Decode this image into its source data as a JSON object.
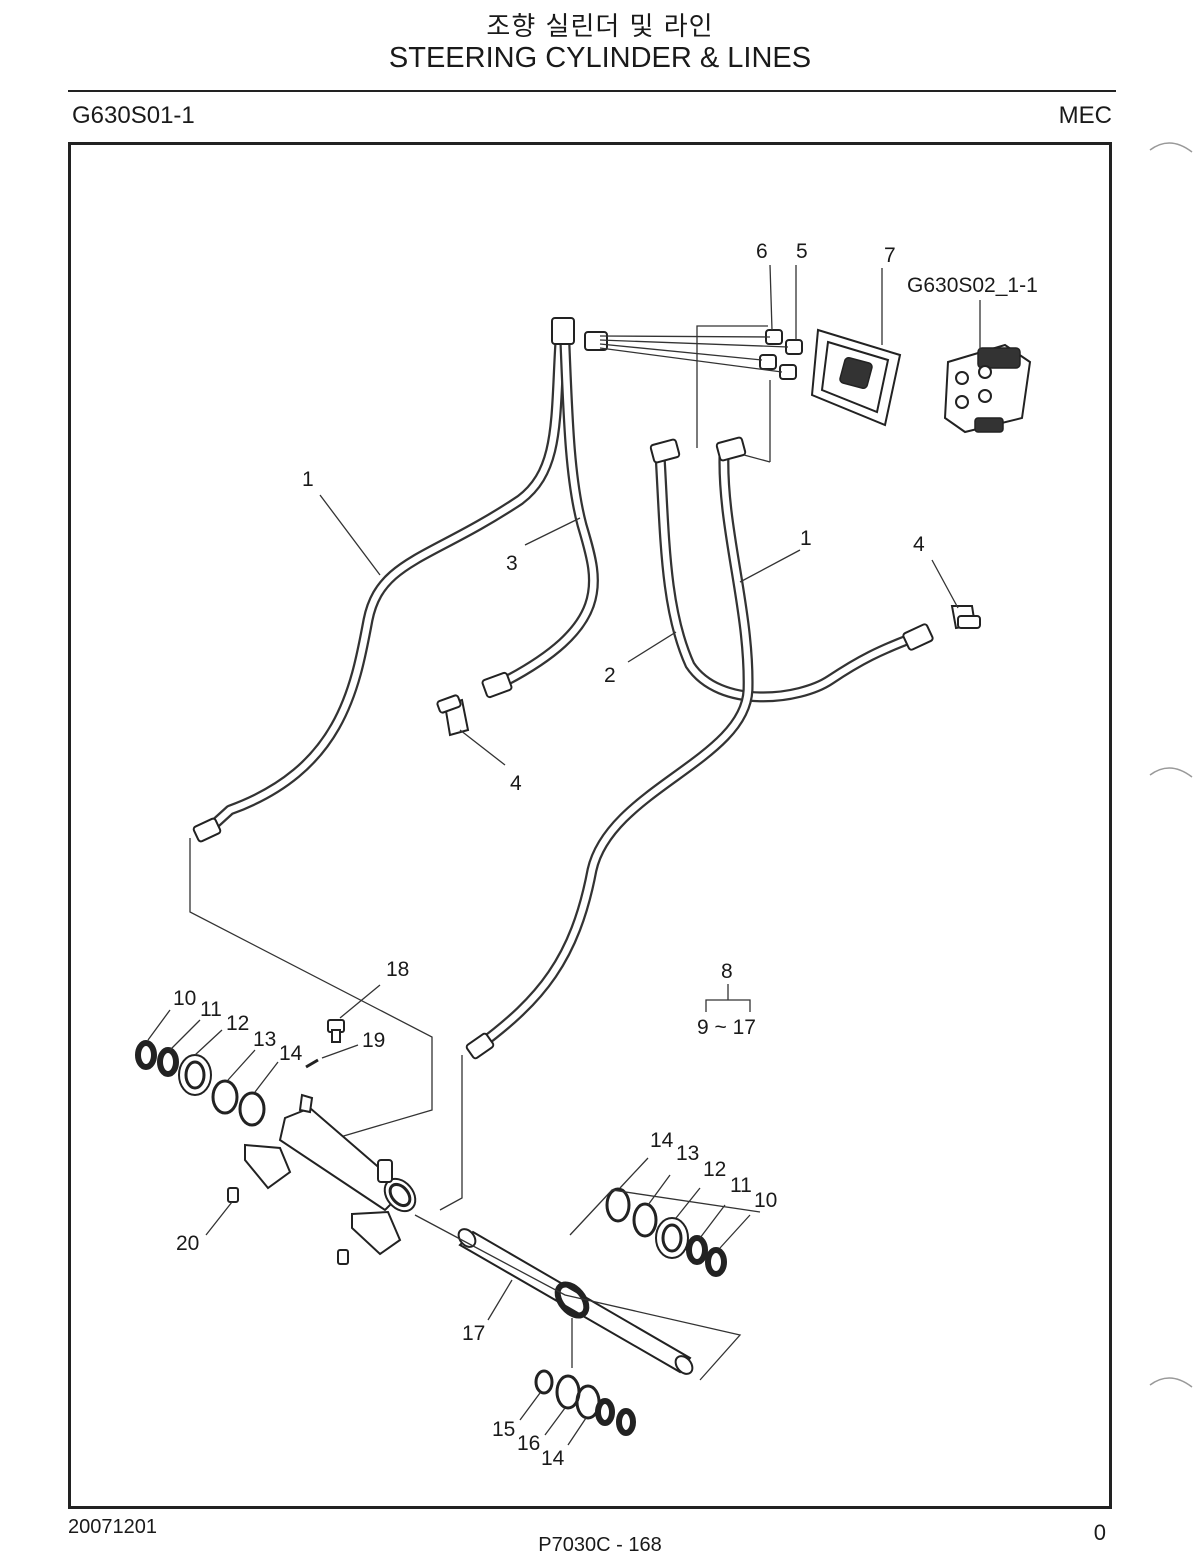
{
  "header": {
    "title_korean": "조향 실린더 및 라인",
    "title_english": "STEERING CYLINDER & LINES",
    "group_code": "G630S01-1",
    "model_code": "MEC"
  },
  "diagram": {
    "callouts": [
      {
        "id": "c6",
        "text": "6"
      },
      {
        "id": "c5",
        "text": "5"
      },
      {
        "id": "c7",
        "text": "7"
      },
      {
        "id": "ref",
        "text": "G630S02_1-1"
      },
      {
        "id": "c1a",
        "text": "1"
      },
      {
        "id": "c3",
        "text": "3"
      },
      {
        "id": "c1b",
        "text": "1"
      },
      {
        "id": "c4a",
        "text": "4"
      },
      {
        "id": "c2",
        "text": "2"
      },
      {
        "id": "c4b",
        "text": "4"
      },
      {
        "id": "c18",
        "text": "18"
      },
      {
        "id": "c8",
        "text": "8"
      },
      {
        "id": "c8range",
        "text": "9 ~ 17"
      },
      {
        "id": "c10a",
        "text": "10"
      },
      {
        "id": "c11a",
        "text": "11"
      },
      {
        "id": "c12a",
        "text": "12"
      },
      {
        "id": "c13a",
        "text": "13"
      },
      {
        "id": "c14a",
        "text": "14"
      },
      {
        "id": "c19",
        "text": "19"
      },
      {
        "id": "c14b",
        "text": "14"
      },
      {
        "id": "c13b",
        "text": "13"
      },
      {
        "id": "c12b",
        "text": "12"
      },
      {
        "id": "c11b",
        "text": "11"
      },
      {
        "id": "c10b",
        "text": "10"
      },
      {
        "id": "c20",
        "text": "20"
      },
      {
        "id": "c17",
        "text": "17"
      },
      {
        "id": "c15",
        "text": "15"
      },
      {
        "id": "c16",
        "text": "16"
      },
      {
        "id": "c14c",
        "text": "14"
      }
    ]
  },
  "footer": {
    "date_code": "20071201",
    "page_ref": "P7030C  -  168",
    "revision": "0"
  }
}
